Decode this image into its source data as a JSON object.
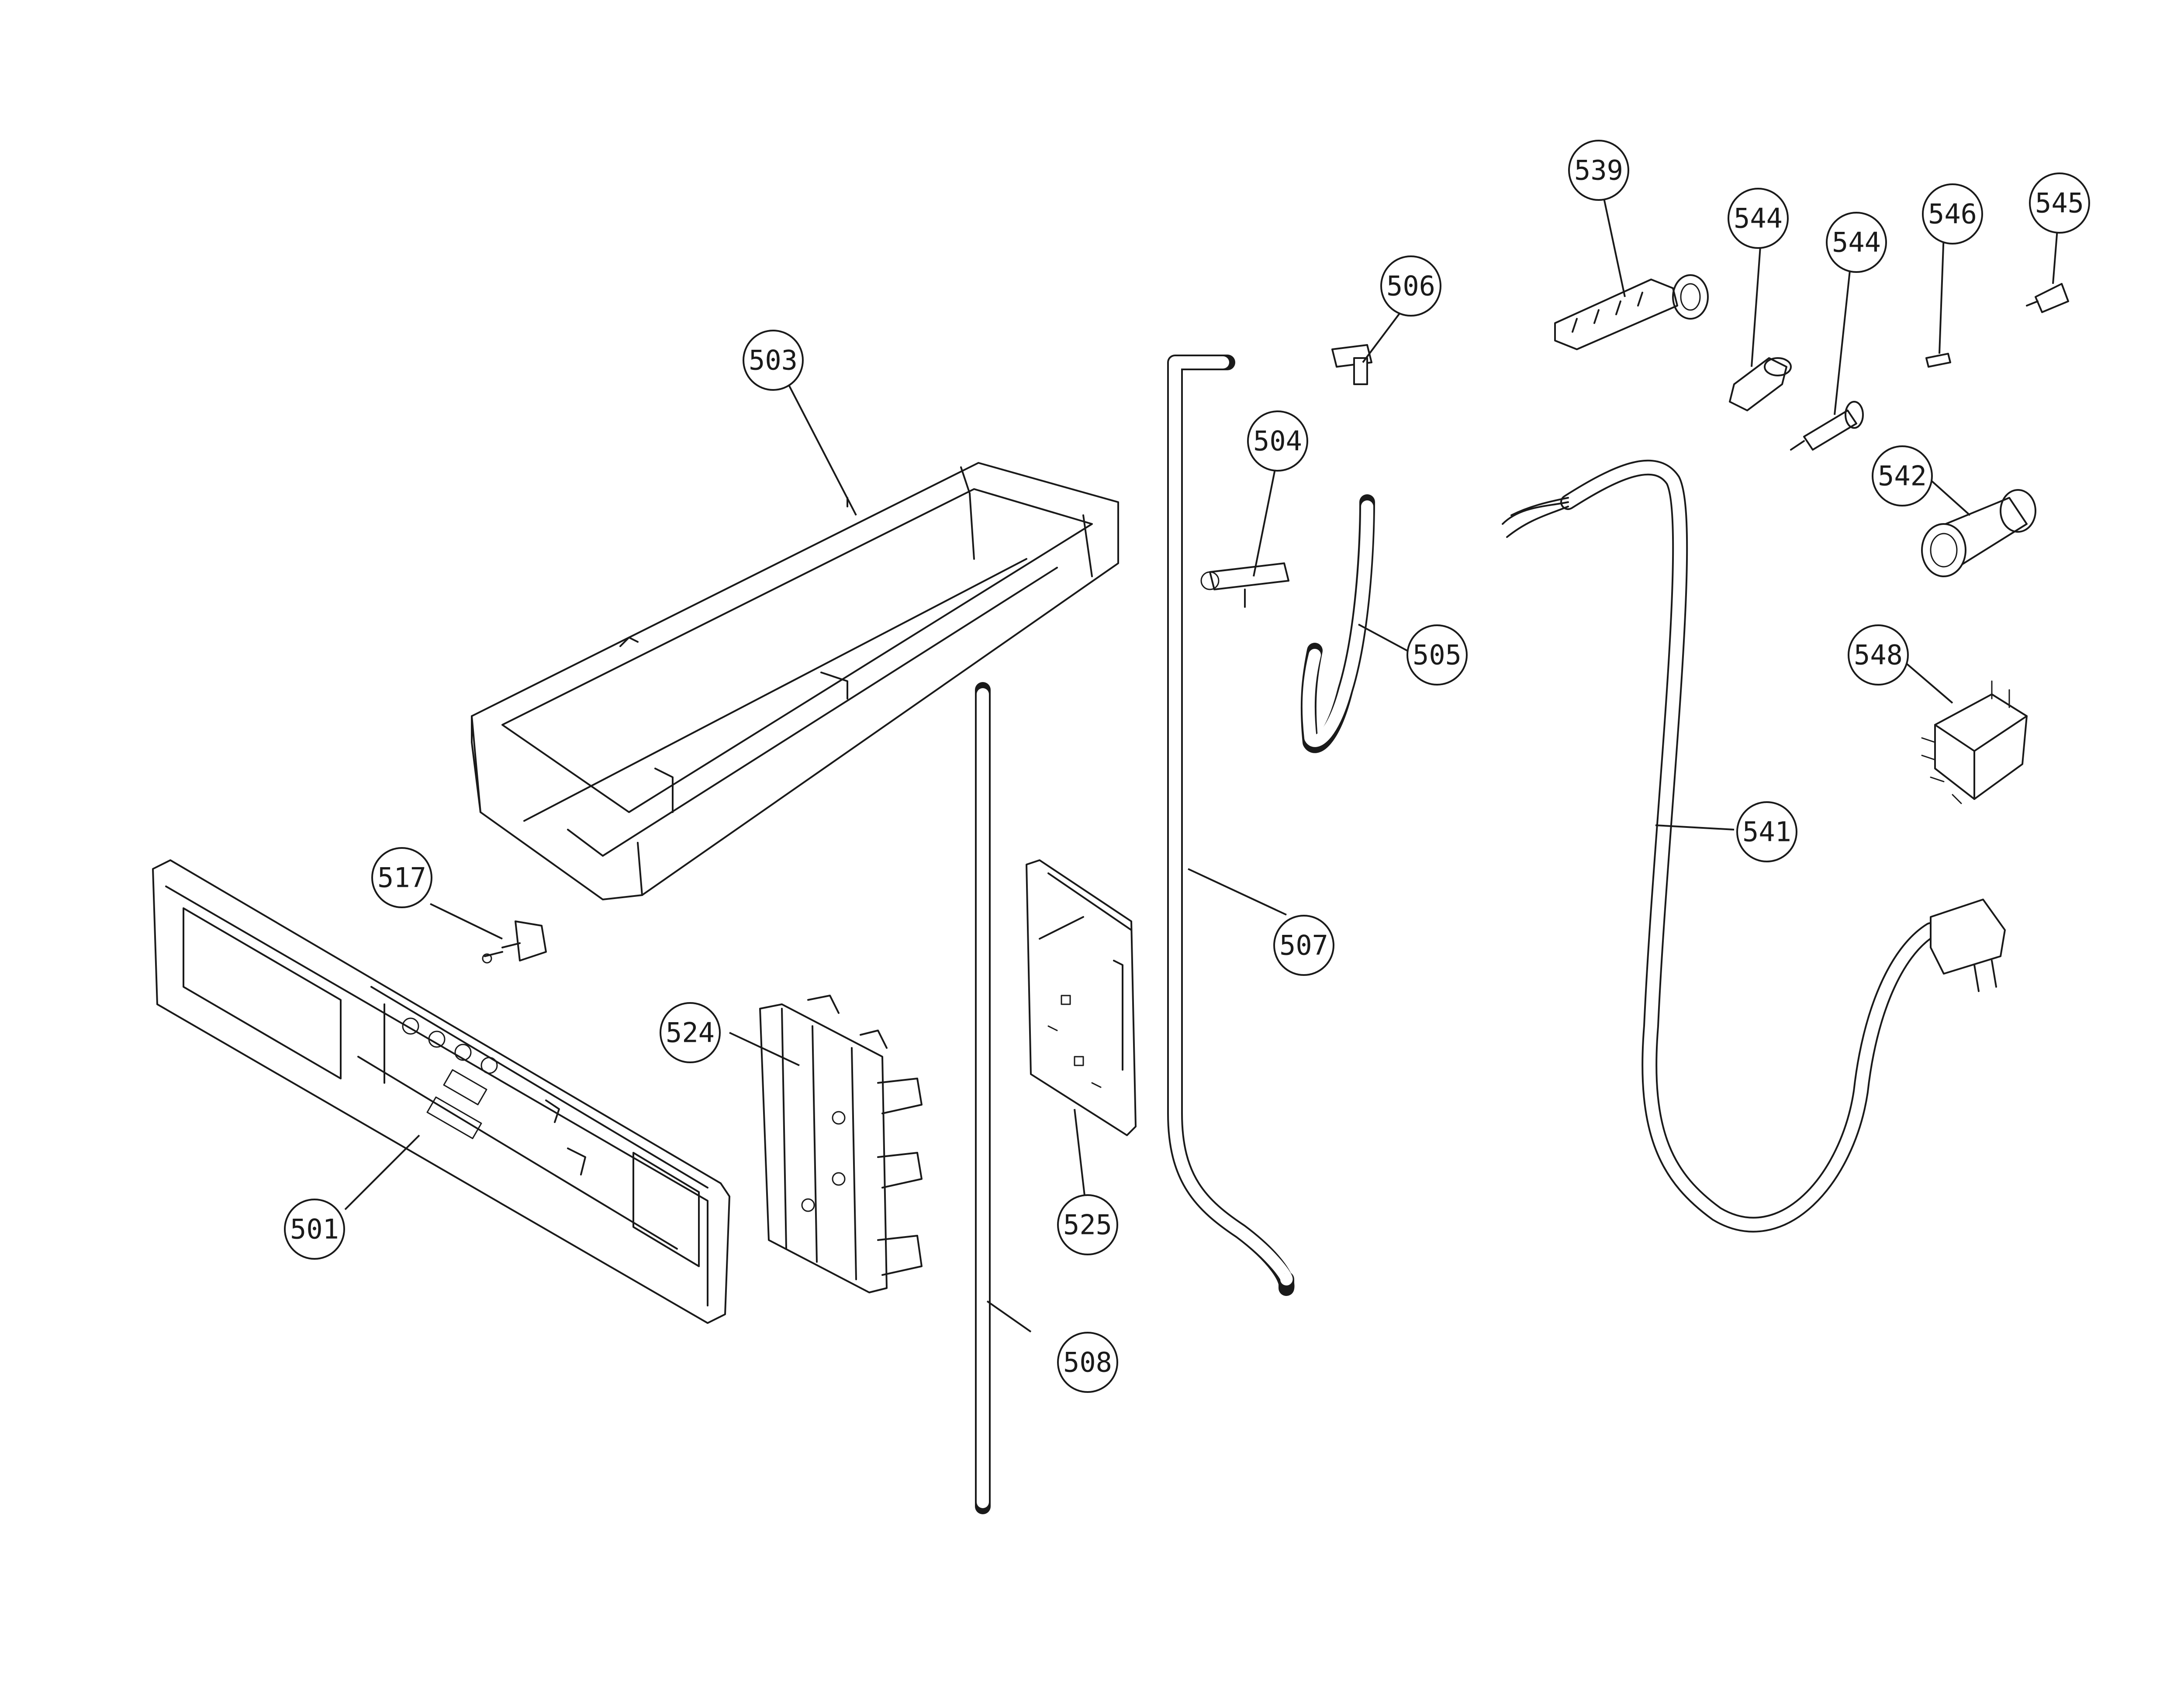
{
  "callouts": [
    {
      "id": "c501",
      "label": "501"
    },
    {
      "id": "c503",
      "label": "503"
    },
    {
      "id": "c504",
      "label": "504"
    },
    {
      "id": "c505",
      "label": "505"
    },
    {
      "id": "c506",
      "label": "506"
    },
    {
      "id": "c507",
      "label": "507"
    },
    {
      "id": "c508",
      "label": "508"
    },
    {
      "id": "c517",
      "label": "517"
    },
    {
      "id": "c524",
      "label": "524"
    },
    {
      "id": "c525",
      "label": "525"
    },
    {
      "id": "c539",
      "label": "539"
    },
    {
      "id": "c541",
      "label": "541"
    },
    {
      "id": "c542",
      "label": "542"
    },
    {
      "id": "c544a",
      "label": "544"
    },
    {
      "id": "c544b",
      "label": "544"
    },
    {
      "id": "c545",
      "label": "545"
    },
    {
      "id": "c546",
      "label": "546"
    },
    {
      "id": "c548",
      "label": "548"
    }
  ]
}
